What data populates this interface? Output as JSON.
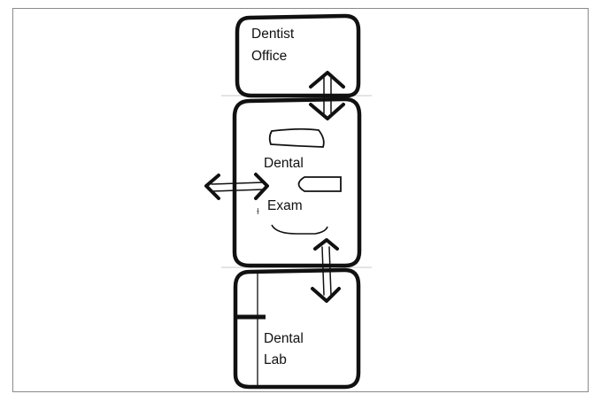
{
  "figure": {
    "rooms": {
      "office": {
        "line1": "Dentist",
        "line2": "Office"
      },
      "exam": {
        "line1": "Dental",
        "line2": "Exam"
      },
      "lab": {
        "line1": "Dental",
        "line2": "Lab"
      }
    },
    "connections": [
      "Dentist Office <-> Dental Exam",
      "outside <-> Dental Exam",
      "Dental Exam <-> Dental Lab"
    ],
    "colors": {
      "ink": "#111111",
      "frame": "#8a8a8a",
      "guide": "#c8c8c8"
    }
  }
}
